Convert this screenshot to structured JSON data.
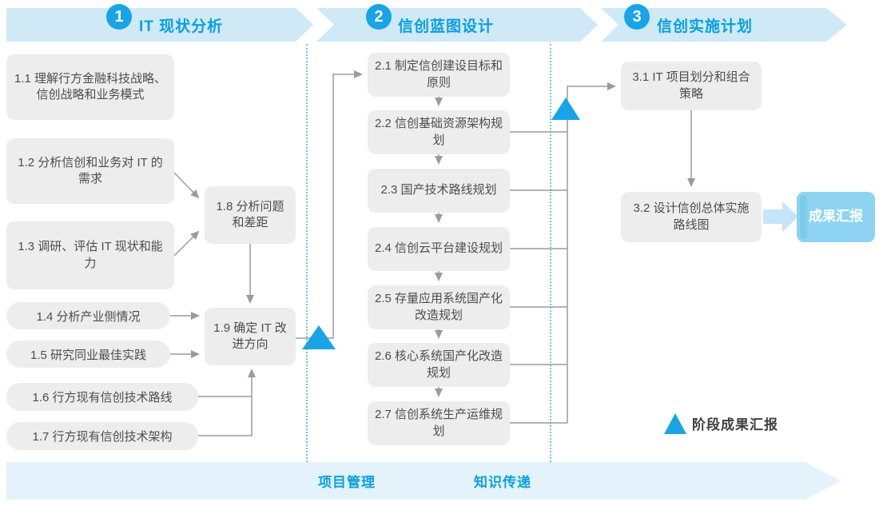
{
  "colors": {
    "accent_blue": "#18a4e6",
    "header_band": "#cfe9f7",
    "header_text": "#0a9fe0",
    "task_box": "#ededee",
    "task_text": "#4d4d4d",
    "connector": "#9b9b9b",
    "result_box": "#8ed4f2",
    "bottom_band": "#e3f2fb"
  },
  "phases": [
    {
      "number": "1",
      "title": "IT 现状分析"
    },
    {
      "number": "2",
      "title": "信创蓝图设计"
    },
    {
      "number": "3",
      "title": "信创实施计划"
    }
  ],
  "phase1": {
    "boxes": [
      {
        "id": "1.1",
        "label": "1.1 理解行方金融科技战略、信创战略和业务模式"
      },
      {
        "id": "1.2",
        "label": "1.2 分析信创和业务对 IT 的需求"
      },
      {
        "id": "1.3",
        "label": "1.3 调研、评估 IT 现状和能力"
      },
      {
        "id": "1.4",
        "label": "1.4 分析产业侧情况"
      },
      {
        "id": "1.5",
        "label": "1.5 研究同业最佳实践"
      },
      {
        "id": "1.6",
        "label": "1.6 行方现有信创技术路线"
      },
      {
        "id": "1.7",
        "label": "1.7 行方现有信创技术架构"
      },
      {
        "id": "1.8",
        "label": "1.8 分析问题和差距"
      },
      {
        "id": "1.9",
        "label": "1.9 确定 IT 改进方向"
      }
    ]
  },
  "phase2": {
    "boxes": [
      {
        "id": "2.1",
        "label": "2.1 制定信创建设目标和原则"
      },
      {
        "id": "2.2",
        "label": "2.2 信创基础资源架构规划"
      },
      {
        "id": "2.3",
        "label": "2.3 国产技术路线规划"
      },
      {
        "id": "2.4",
        "label": "2.4 信创云平台建设规划"
      },
      {
        "id": "2.5",
        "label": "2.5 存量应用系统国产化改造规划"
      },
      {
        "id": "2.6",
        "label": "2.6 核心系统国产化改造规划"
      },
      {
        "id": "2.7",
        "label": "2.7 信创系统生产运维规划"
      }
    ]
  },
  "phase3": {
    "boxes": [
      {
        "id": "3.1",
        "label": "3.1 IT 项目划分和组合策略"
      },
      {
        "id": "3.2",
        "label": "3.2 设计信创总体实施路线图"
      }
    ],
    "result": "成果汇报"
  },
  "legend": {
    "label": "阶段成果汇报"
  },
  "footer": {
    "items": [
      "项目管理",
      "知识传递"
    ]
  }
}
